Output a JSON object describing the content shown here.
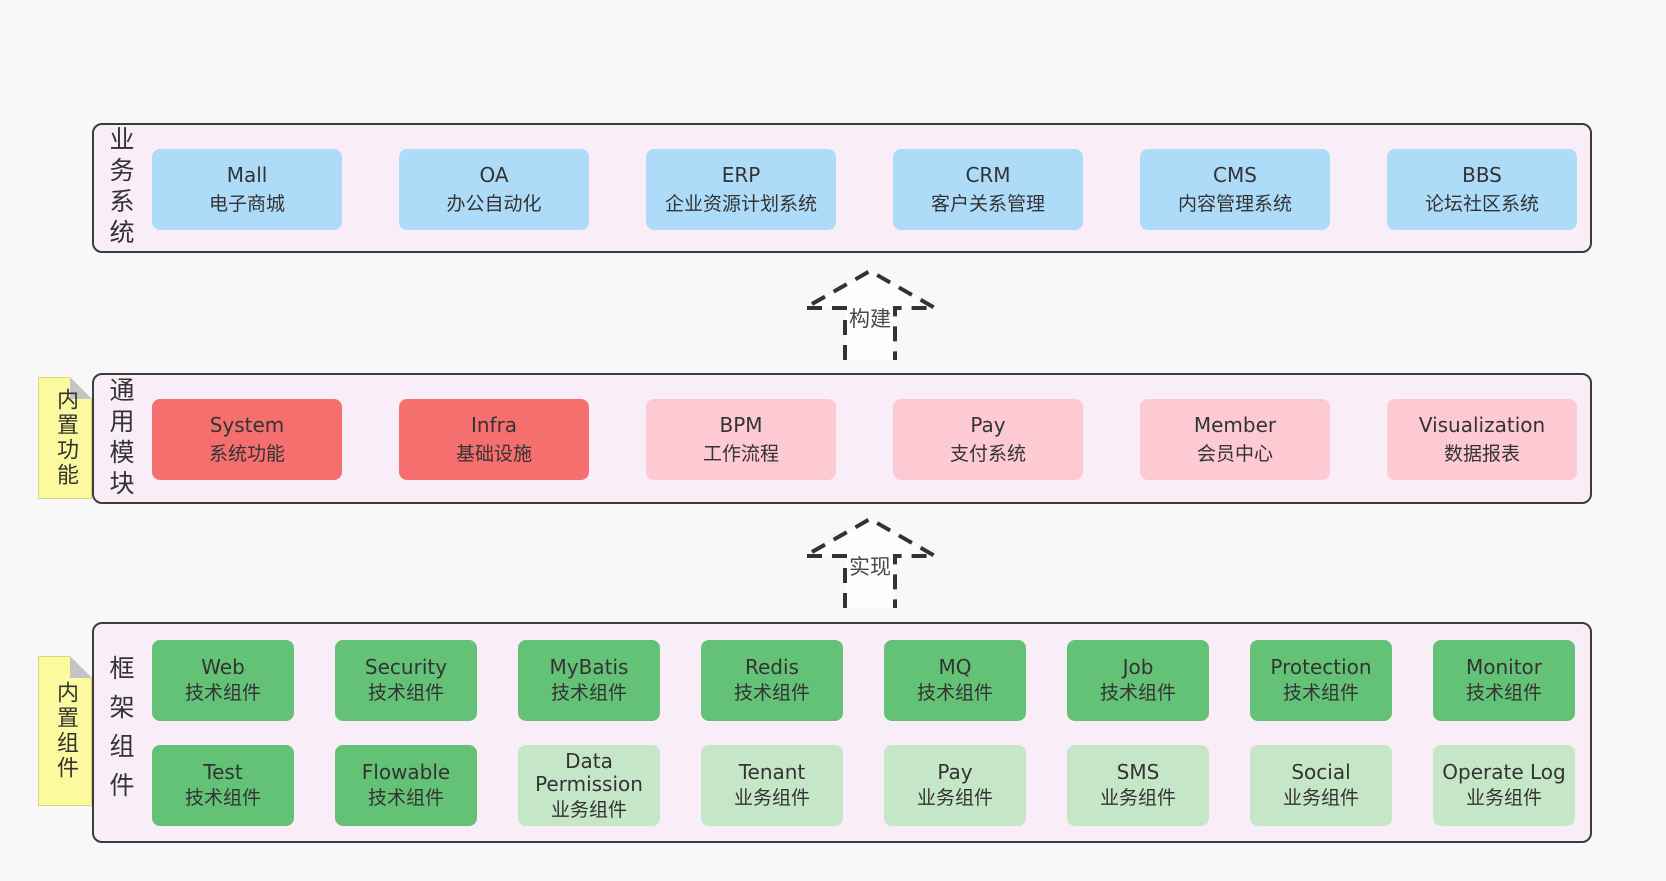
{
  "palette": {
    "page_bg": "#f8f8f8",
    "panel_bg": "#f9eef8",
    "panel_border": "#3c3c3c",
    "blue": "#aedcf8",
    "red": "#f56f6f",
    "pink": "#fdc9d3",
    "green_dark": "#64c276",
    "green_light": "#c6e6c8",
    "tab_yellow": "#fbfa9e",
    "fold_gray": "#c4c4c4",
    "text": "#333333"
  },
  "layers": {
    "business": {
      "label": "业务系统",
      "items": [
        {
          "name": "Mall",
          "desc": "电子商城"
        },
        {
          "name": "OA",
          "desc": "办公自动化"
        },
        {
          "name": "ERP",
          "desc": "企业资源计划系统"
        },
        {
          "name": "CRM",
          "desc": "客户关系管理"
        },
        {
          "name": "CMS",
          "desc": "内容管理系统"
        },
        {
          "name": "BBS",
          "desc": "论坛社区系统"
        }
      ]
    },
    "arrow_build": {
      "label": "构建"
    },
    "modules": {
      "label": "通用模块",
      "tab": "内置功能",
      "items": [
        {
          "name": "System",
          "desc": "系统功能",
          "variant": "red"
        },
        {
          "name": "Infra",
          "desc": "基础设施",
          "variant": "red"
        },
        {
          "name": "BPM",
          "desc": "工作流程",
          "variant": "pink"
        },
        {
          "name": "Pay",
          "desc": "支付系统",
          "variant": "pink"
        },
        {
          "name": "Member",
          "desc": "会员中心",
          "variant": "pink"
        },
        {
          "name": "Visualization",
          "desc": "数据报表",
          "variant": "pink"
        }
      ]
    },
    "arrow_implement": {
      "label": "实现"
    },
    "components": {
      "label": "框架组件",
      "tab": "内置组件",
      "row1": [
        {
          "name": "Web",
          "desc": "技术组件",
          "variant": "dark"
        },
        {
          "name": "Security",
          "desc": "技术组件",
          "variant": "dark"
        },
        {
          "name": "MyBatis",
          "desc": "技术组件",
          "variant": "dark"
        },
        {
          "name": "Redis",
          "desc": "技术组件",
          "variant": "dark"
        },
        {
          "name": "MQ",
          "desc": "技术组件",
          "variant": "dark"
        },
        {
          "name": "Job",
          "desc": "技术组件",
          "variant": "dark"
        },
        {
          "name": "Protection",
          "desc": "技术组件",
          "variant": "dark"
        },
        {
          "name": "Monitor",
          "desc": "技术组件",
          "variant": "dark"
        }
      ],
      "row2": [
        {
          "name": "Test",
          "desc": "技术组件",
          "variant": "dark"
        },
        {
          "name": "Flowable",
          "desc": "技术组件",
          "variant": "dark"
        },
        {
          "name": "Data Permission",
          "desc": "业务组件",
          "variant": "light"
        },
        {
          "name": "Tenant",
          "desc": "业务组件",
          "variant": "light"
        },
        {
          "name": "Pay",
          "desc": "业务组件",
          "variant": "light"
        },
        {
          "name": "SMS",
          "desc": "业务组件",
          "variant": "light"
        },
        {
          "name": "Social",
          "desc": "业务组件",
          "variant": "light"
        },
        {
          "name": "Operate Log",
          "desc": "业务组件",
          "variant": "light"
        }
      ]
    }
  }
}
